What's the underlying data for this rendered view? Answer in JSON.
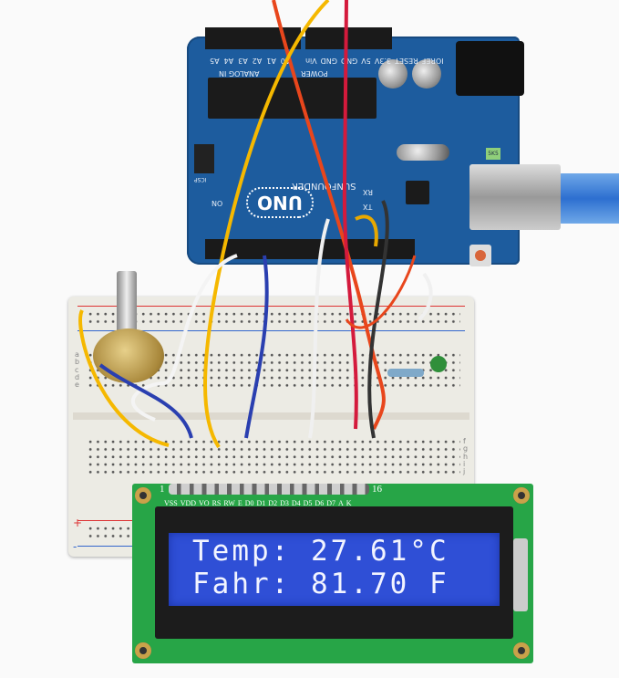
{
  "lcd": {
    "line1": "Temp: 27.61°C",
    "line2": "Fahr: 81.70 F",
    "pin_first": "1",
    "pin_last": "16",
    "pins": [
      "VSS",
      "VDD",
      "VO",
      "RS",
      "RW",
      "E",
      "D0",
      "D1",
      "D2",
      "D3",
      "D4",
      "D5",
      "D6",
      "D7",
      "A",
      "K"
    ]
  },
  "board": {
    "model": "UNO",
    "brand": "SUNFOUNDER",
    "analog_label": "ANALOG IN",
    "power_label": "POWER",
    "analog_pins": [
      "A5",
      "A4",
      "A3",
      "A2",
      "A1",
      "A0"
    ],
    "power_pins": [
      "Vin",
      "GND",
      "GND",
      "5V",
      "3.3V",
      "RESET",
      "IOREF"
    ],
    "rx": "RX",
    "tx": "TX",
    "on": "ON",
    "icsp": "ICSP",
    "resistor_mark": "5K5"
  },
  "breadboard": {
    "row_letters_left": [
      "a",
      "b",
      "c",
      "d",
      "e"
    ],
    "row_letters_right": [
      "f",
      "g",
      "h",
      "i",
      "j"
    ],
    "plus": "+",
    "minus": "-"
  },
  "colors": {
    "board": "#1d5c9e",
    "lcd_pcb": "#27a547",
    "lcd_screen": "#2f4fd6",
    "breadboard": "#ecebe4"
  }
}
